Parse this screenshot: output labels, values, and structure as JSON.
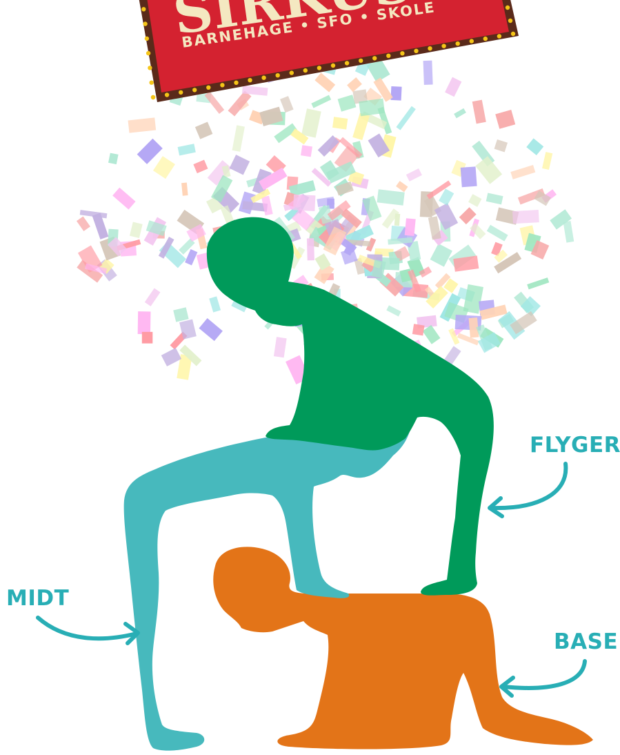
{
  "sign": {
    "title_fragment": "SIRKUS",
    "subtitle": "BARNEHAGE • SFO • SKOLE",
    "background_color": "#d42230",
    "border_color": "#5a2a1a",
    "bulb_color": "#f5c518",
    "text_color": "#f4e8c1"
  },
  "labels": {
    "flyger": "FLYGER",
    "midt": "MIDT",
    "base": "BASE"
  },
  "figures": {
    "flyger": {
      "name": "flyger-figure",
      "color": "#009a5a"
    },
    "midt": {
      "name": "midt-figure",
      "color": "#47b9bd"
    },
    "base": {
      "name": "base-figure",
      "color": "#e37418"
    }
  },
  "accent_color": "#28aeb5",
  "confetti_colors": [
    "#f7a8a8",
    "#a8e6cf",
    "#c3b1e1",
    "#ffd3b6",
    "#b5ead7",
    "#ff9aa2",
    "#e2f0cb",
    "#a0e7e5",
    "#f3c7f0",
    "#fff5a5",
    "#d5c6b8",
    "#b4a7f5",
    "#ffb7f2",
    "#9ee6c0"
  ]
}
